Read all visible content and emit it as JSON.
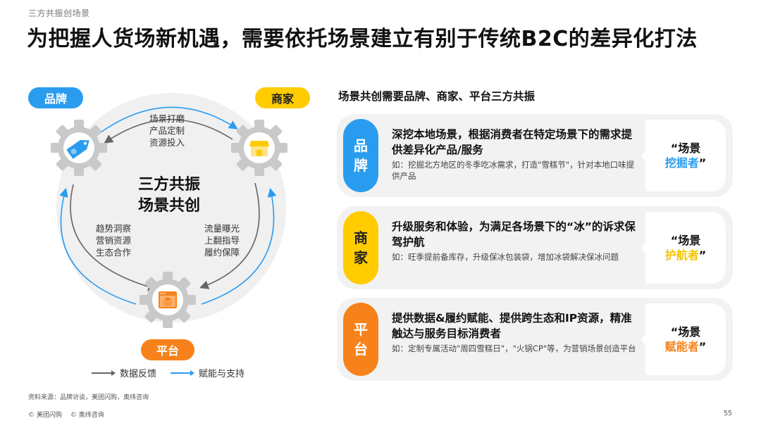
{
  "header": {
    "kicker": "三方共振创场景",
    "title": "为把握人货场新机遇，需要依托场景建立有别于传统B2C的差异化打法"
  },
  "diagram": {
    "nodes": {
      "brand": {
        "label": "品牌",
        "icon": "price-tag-icon",
        "color": "#2a9cef"
      },
      "merchant": {
        "label": "商家",
        "icon": "storefront-icon",
        "color": "#ffcc00"
      },
      "platform": {
        "label": "平台",
        "icon": "layers-window-icon",
        "color": "#f7821b"
      }
    },
    "center": {
      "line1": "三方共振",
      "line2": "场景共创"
    },
    "notes": {
      "top": [
        "场景打磨",
        "产品定制",
        "资源投入"
      ],
      "left": [
        "趋势洞察",
        "营销资源",
        "生态合作"
      ],
      "right": [
        "流量曝光",
        "上翻指导",
        "履约保障"
      ]
    },
    "legend": [
      {
        "label": "数据反馈",
        "color": "#666666"
      },
      {
        "label": "赋能与支持",
        "color": "#2a9cef"
      }
    ]
  },
  "panel": {
    "heading": "场景共创需要品牌、商家、平台三方共振",
    "cards": [
      {
        "tab": "品牌",
        "main": "深挖本地场景，根据消费者在特定场景下的需求提供差异化产品/服务",
        "sub": "如：挖掘北方地区的冬季吃冰需求，打造\"雪糕节\"，针对本地口味提供产品",
        "role_line1": "“场景",
        "role_line2": "挖掘者",
        "role_close": "”",
        "color": "#2a9cef"
      },
      {
        "tab": "商家",
        "main": "升级服务和体验，为满足各场景下的“冰”的诉求保驾护航",
        "sub": "如：旺季提前备库存，升级保冰包装袋，增加冰袋解决保冰问题",
        "role_line1": "“场景",
        "role_line2": "护航者",
        "role_close": "”",
        "color": "#ffcc00"
      },
      {
        "tab": "平台",
        "main": "提供数据&履约赋能、提供跨生态和IP资源，精准触达与服务目标消费者",
        "sub": "如：定制专属活动\"周四雪糕日\"，\"火锅CP\"等，为营销场景创造平台",
        "role_line1": "“场景",
        "role_line2": "赋能者",
        "role_close": "”",
        "color": "#f7821b"
      }
    ]
  },
  "footer": {
    "source": "资料来源：品牌访谈，美团闪购，奥纬咨询",
    "copyrights": [
      "© 美团闪购",
      "© 奥纬咨询"
    ],
    "page_number": "55"
  }
}
